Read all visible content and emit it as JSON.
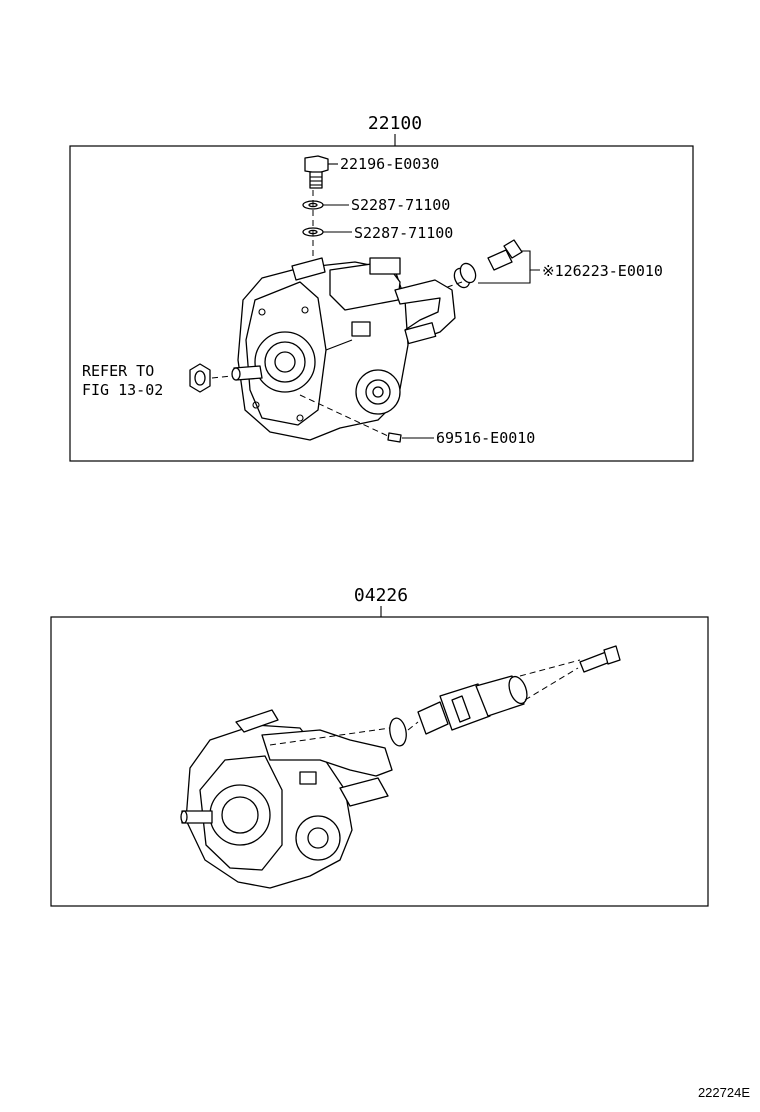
{
  "figure_id": "222724E",
  "assemblies": [
    {
      "assembly_number": "22100",
      "callouts": [
        {
          "part_number": "22196-E0030"
        },
        {
          "part_number": "S2287-71100"
        },
        {
          "part_number": "S2287-71100"
        },
        {
          "part_number": "※126223-E0010"
        },
        {
          "part_number": "69516-E0010"
        }
      ],
      "reference": {
        "line1": "REFER TO",
        "line2": "FIG 13-02"
      }
    },
    {
      "assembly_number": "04226",
      "callouts": []
    }
  ]
}
